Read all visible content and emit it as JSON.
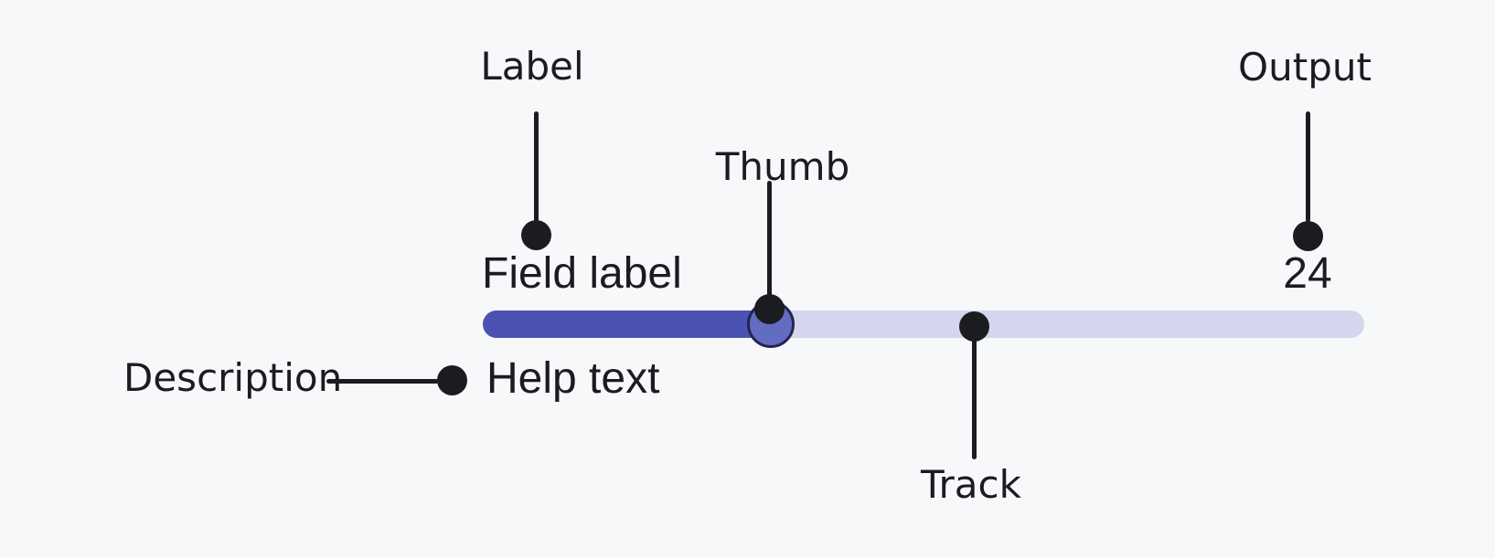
{
  "colors": {
    "background": "#f7f8fa",
    "ink": "#1b1c20",
    "track": "#d3d6ec",
    "track_fill": "#4b52b2",
    "thumb_fill": "#636bc2",
    "thumb_border": "#23254f"
  },
  "slider": {
    "field_label": "Field label",
    "help_text": "Help text",
    "output_value": "24",
    "fill_percent": 32.7
  },
  "annotations": {
    "label": "Label",
    "thumb": "Thumb",
    "output": "Output",
    "description": "Description",
    "track": "Track"
  }
}
